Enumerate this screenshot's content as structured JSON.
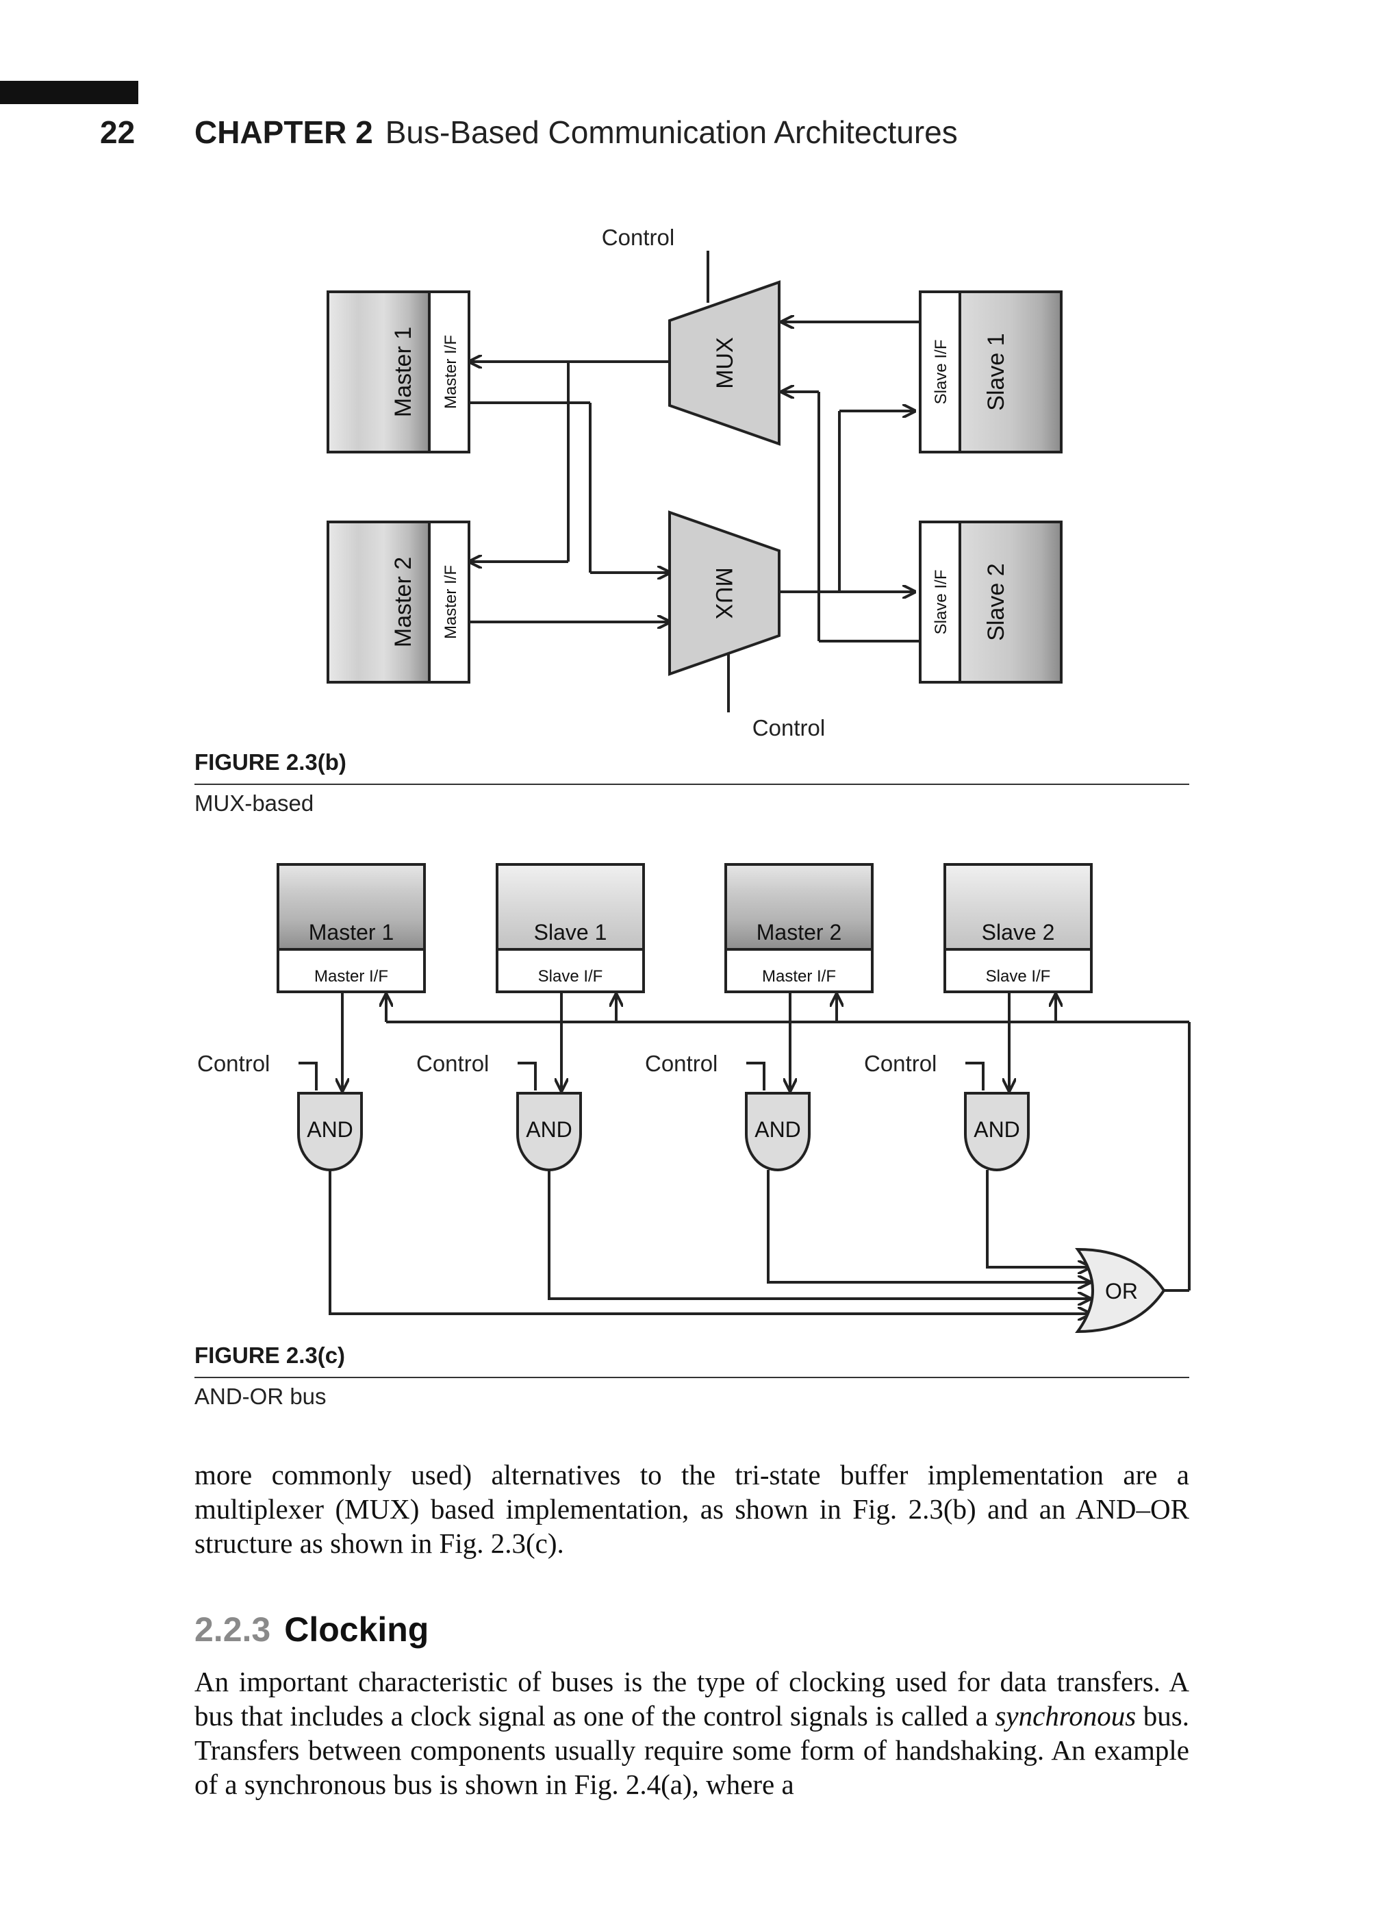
{
  "header": {
    "page_number": "22",
    "chapter_label": "CHAPTER 2",
    "chapter_title": "Bus-Based Communication Architectures"
  },
  "figure_b": {
    "label": "FIGURE 2.3(b)",
    "caption": "MUX-based",
    "control_top": "Control",
    "control_bottom": "Control",
    "master1": "Master 1",
    "master2": "Master 2",
    "master_if": "Master I/F",
    "slave1": "Slave 1",
    "slave2": "Slave 2",
    "slave_if": "Slave I/F",
    "mux": "MUX"
  },
  "figure_c": {
    "label": "FIGURE 2.3(c)",
    "caption": "AND-OR bus",
    "blocks": [
      {
        "name": "Master 1",
        "iface": "Master I/F"
      },
      {
        "name": "Slave 1",
        "iface": "Slave I/F"
      },
      {
        "name": "Master 2",
        "iface": "Master I/F"
      },
      {
        "name": "Slave 2",
        "iface": "Slave I/F"
      }
    ],
    "control": "Control",
    "and_gate": "AND",
    "or_gate": "OR"
  },
  "body": {
    "para1": "more commonly used) alternatives to the tri-state buffer implementation are a multiplexer (MUX) based implementation, as shown in Fig. 2.3(b) and an AND–OR structure as shown in Fig. 2.3(c).",
    "section_number": "2.2.3",
    "section_title": "Clocking",
    "para2_a": "An important characteristic of buses is the type of clocking used for data transfers. A bus that includes a clock signal as one of the control signals is called a ",
    "para2_em": "synchronous",
    "para2_b": " bus. Transfers between components usually require some form of handshaking. An example of a synchronous bus is shown in Fig. 2.4(a), where a"
  }
}
